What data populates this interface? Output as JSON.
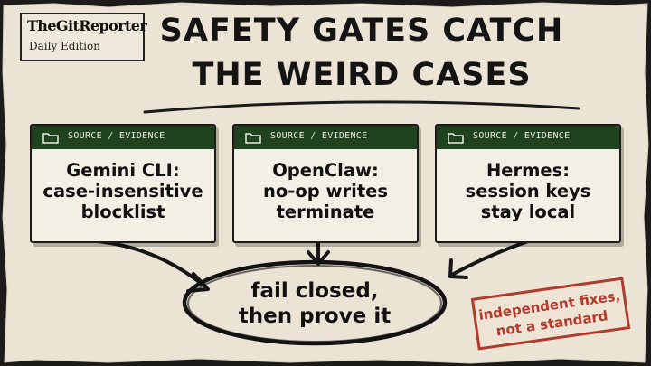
{
  "brand": {
    "name": "TheGitReporter",
    "edition": "Daily Edition"
  },
  "headline": {
    "line1": "SAFETY GATES CATCH",
    "line2": "THE WEIRD CASES"
  },
  "cards": [
    {
      "tag": "SOURCE / EVIDENCE",
      "lines": [
        "Gemini CLI:",
        "case-insensitive",
        "blocklist"
      ]
    },
    {
      "tag": "SOURCE / EVIDENCE",
      "lines": [
        "OpenClaw:",
        "no-op writes",
        "terminate"
      ]
    },
    {
      "tag": "SOURCE / EVIDENCE",
      "lines": [
        "Hermes:",
        "session keys",
        "stay local"
      ]
    }
  ],
  "conclusion": {
    "line1": "fail closed,",
    "line2": "then prove it"
  },
  "stamp": {
    "line1": "independent fixes,",
    "line2": "not a standard"
  },
  "icons": {
    "card_header": "folder-icon"
  },
  "colors": {
    "paper": "#ebe4d5",
    "card_header": "#21421f",
    "stamp": "#b03a2b",
    "ink": "#141414",
    "background": "#1c1b19"
  }
}
